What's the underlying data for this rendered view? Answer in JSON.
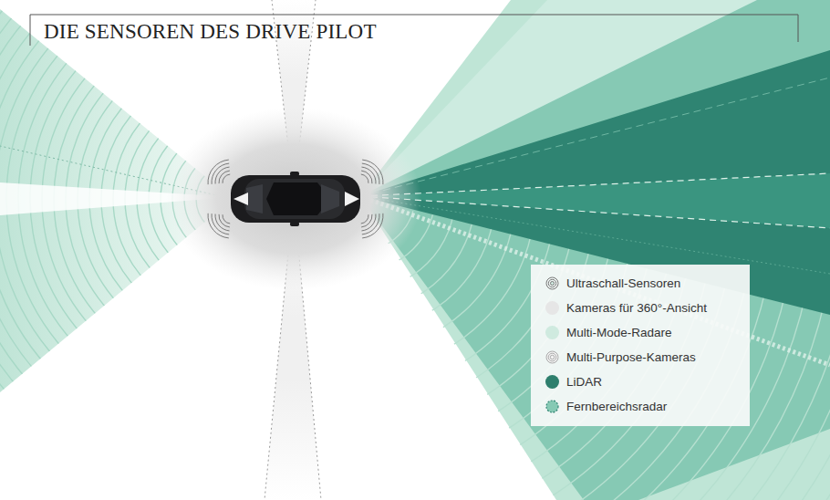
{
  "diagram": {
    "title": "DIE SENSOREN DES DRIVE PILOT",
    "legend": [
      {
        "text": "Ultraschall-Sensoren"
      },
      {
        "text": "Kameras für 360°-Ansicht",
        "color": "#e6e6e6"
      },
      {
        "text": "Multi-Mode-Radare",
        "color": "#cfeadf"
      },
      {
        "text": "Multi-Purpose-Kameras"
      },
      {
        "text": "LiDAR",
        "color": "#2e7f6d"
      },
      {
        "text": "Fernbereichsradar"
      }
    ]
  }
}
